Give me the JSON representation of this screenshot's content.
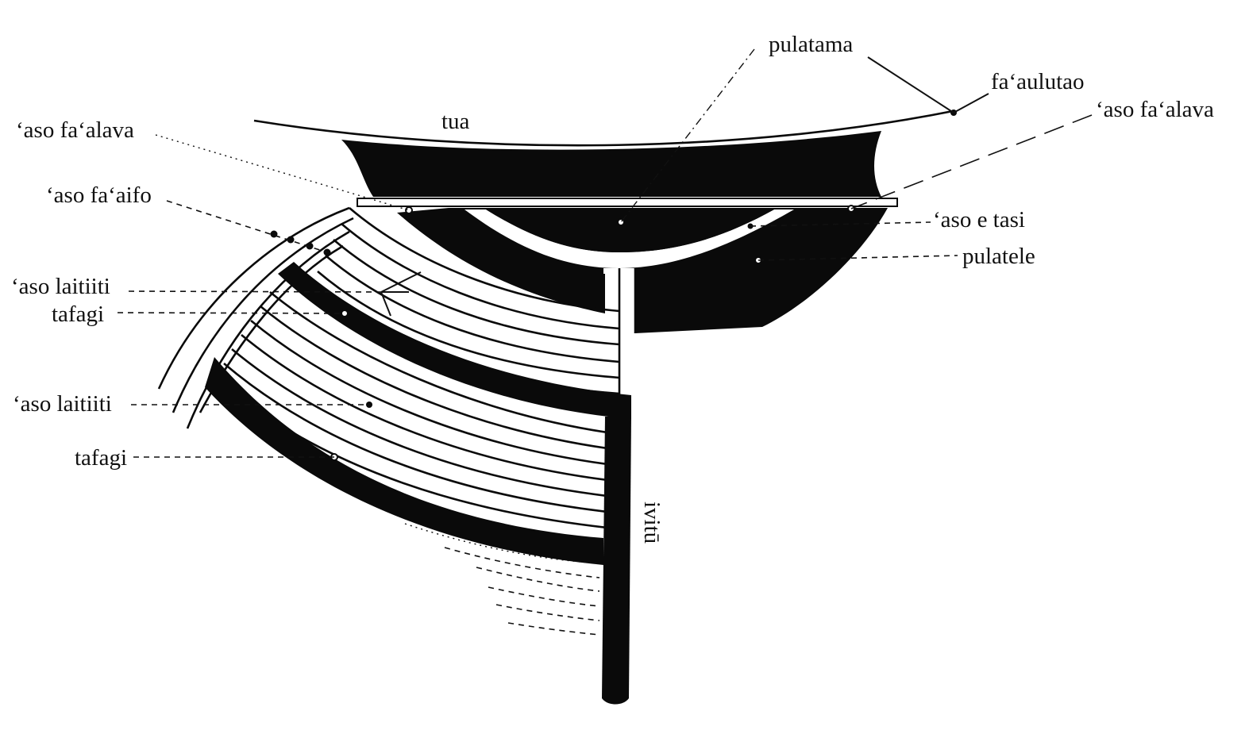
{
  "labels": {
    "tua": "tua",
    "pulatama": "pulatama",
    "faaulutao": "fa‘aulutao",
    "aso_faalava_left": "‘aso fa‘alava",
    "aso_faalava_right": "‘aso fa‘alava",
    "aso_faaifo": "‘aso fa‘aifo",
    "aso_e_tasi": "‘aso e tasi",
    "pulatele": "pulatele",
    "aso_laitiiti_upper": "‘aso laitiiti",
    "tafagi_upper": "tafagi",
    "aso_laitiiti_lower": "‘aso laitiiti",
    "tafagi_lower": "tafagi",
    "ivitu": "ivitū"
  },
  "colors": {
    "ink": "#0a0a0a",
    "paper": "#ffffff"
  }
}
